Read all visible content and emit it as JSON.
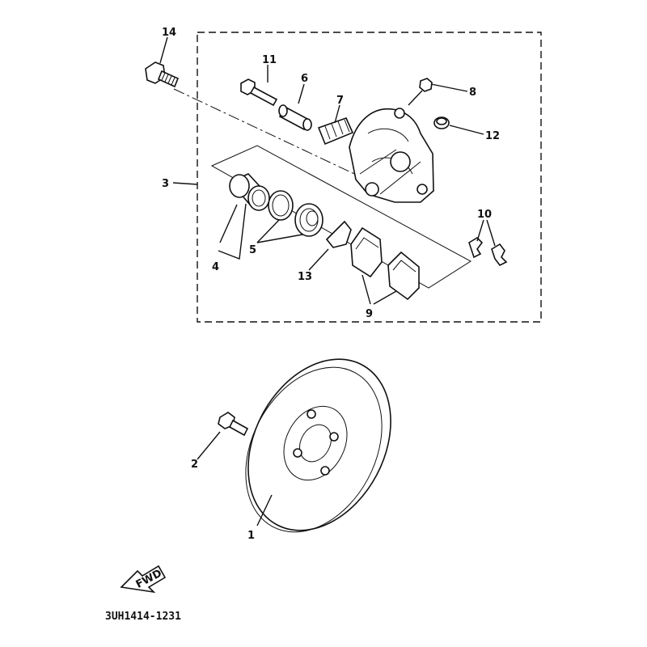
{
  "callouts": {
    "c1": "1",
    "c2": "2",
    "c3": "3",
    "c4": "4",
    "c5": "5",
    "c6": "6",
    "c7": "7",
    "c8": "8",
    "c9": "9",
    "c10": "10",
    "c11": "11",
    "c12": "12",
    "c13": "13",
    "c14": "14"
  },
  "arrow_label": "FWD",
  "diagram_code": "3UH1414-1231",
  "icons": [
    "caliper-assembly",
    "brake-disc",
    "bolt",
    "piston",
    "seal",
    "brake-pad",
    "fwd-arrow-icon"
  ]
}
